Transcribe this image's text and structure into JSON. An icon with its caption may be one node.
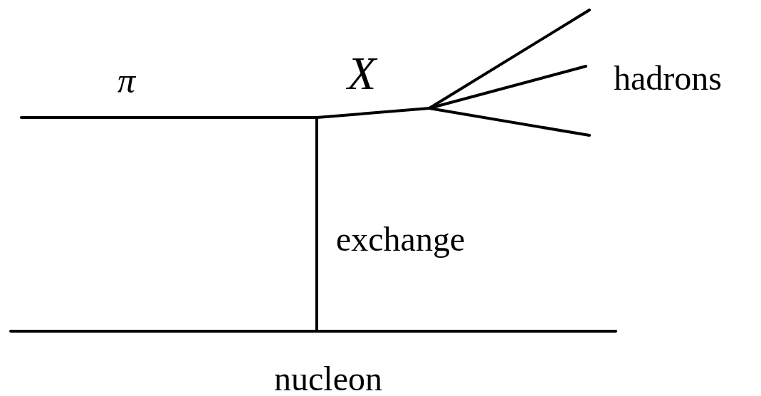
{
  "diagram": {
    "labels": [
      "π",
      "X",
      "hadrons",
      "exchange",
      "nucleon"
    ]
  }
}
